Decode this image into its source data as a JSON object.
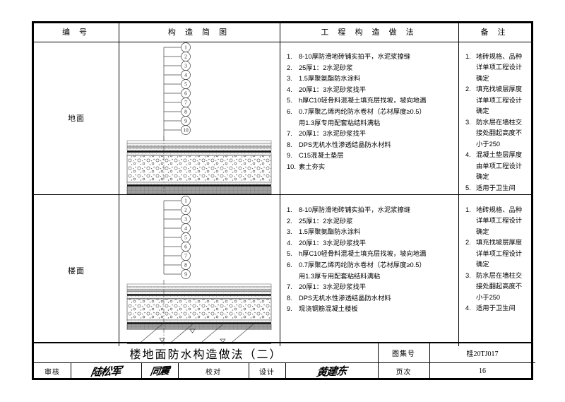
{
  "sheet": {
    "columns": [
      {
        "key": "no",
        "label": "编 号"
      },
      {
        "key": "diagram",
        "label": "构 造 简 图"
      },
      {
        "key": "method",
        "label": "工 程 构 造 做 法"
      },
      {
        "key": "remark",
        "label": "备 注"
      }
    ]
  },
  "rows": [
    {
      "label": "地面",
      "callout_count": 10,
      "method": [
        {
          "n": "1.",
          "t": "8-10厚防滑地砖铺实拍平，水泥浆擦缝"
        },
        {
          "n": "2.",
          "t": "25厚1：2水泥砂浆"
        },
        {
          "n": "3.",
          "t": "1.5厚聚氨酯防水涂料"
        },
        {
          "n": "4.",
          "t": "20厚1：3水泥砂浆找平"
        },
        {
          "n": "5.",
          "t": "h厚C10轻骨料混凝土填充层找坡，坡向地漏"
        },
        {
          "n": "6.",
          "t": "0.7厚聚乙烯丙纶防水卷材（芯材厚度≥0.5）",
          "cont": "用1.3厚专用配套粘结料满粘"
        },
        {
          "n": "7.",
          "t": "20厚1：3水泥砂浆找平"
        },
        {
          "n": "8.",
          "t": "DPS无机水性渗透结晶防水材料"
        },
        {
          "n": "9.",
          "t": "C15混凝土垫层"
        },
        {
          "n": "10.",
          "t": "素土夯实"
        }
      ],
      "remark": [
        {
          "n": "1.",
          "t": "地砖规格、品种详单项工程设计确定"
        },
        {
          "n": "2.",
          "t": "填充找坡层厚度详单项工程设计确定"
        },
        {
          "n": "3.",
          "t": "防水层在墙柱交接处翻起高度不小于250"
        },
        {
          "n": "4.",
          "t": "混凝土垫层厚度由单项工程设计确定"
        },
        {
          "n": "5.",
          "t": "适用于卫生间"
        }
      ]
    },
    {
      "label": "楼面",
      "callout_count": 9,
      "method": [
        {
          "n": "1.",
          "t": "8-10厚防滑地砖铺实拍平，水泥浆擦缝"
        },
        {
          "n": "2.",
          "t": "25厚1：2水泥砂浆"
        },
        {
          "n": "3.",
          "t": "1.5厚聚氨酯防水涂料"
        },
        {
          "n": "4.",
          "t": "20厚1：3水泥砂浆找平"
        },
        {
          "n": "5.",
          "t": "h厚C10轻骨料混凝土填充层找坡，坡向地漏"
        },
        {
          "n": "6.",
          "t": "0.7厚聚乙烯丙纶防水卷材（芯材厚度≥0.5）",
          "cont": "用1.3厚专用配套粘结料满粘"
        },
        {
          "n": "7.",
          "t": "20厚1：3水泥砂浆找平"
        },
        {
          "n": "8.",
          "t": "DPS无机水性渗透结晶防水材料"
        },
        {
          "n": "9.",
          "t": "现浇钢筋混凝土楼板"
        }
      ],
      "remark": [
        {
          "n": "1.",
          "t": "地砖规格、品种详单项工程设计确定"
        },
        {
          "n": "2.",
          "t": "填充找坡层厚度详单项工程设计确定"
        },
        {
          "n": "3.",
          "t": "防水层在墙柱交接处翻起高度不小于250"
        },
        {
          "n": "4.",
          "t": "适用于卫生间"
        }
      ]
    }
  ],
  "titleblock": {
    "title": "楼地面防水构造做法（二）",
    "atlas_label": "图集号",
    "atlas_value": "桂20TJ017",
    "page_label": "页次",
    "page_value": "16",
    "review_label": "审核",
    "review_sign": "陆松军",
    "check_label": "校对",
    "check_sign": "同震",
    "design_label": "设计",
    "design_sign": "黄建东"
  }
}
